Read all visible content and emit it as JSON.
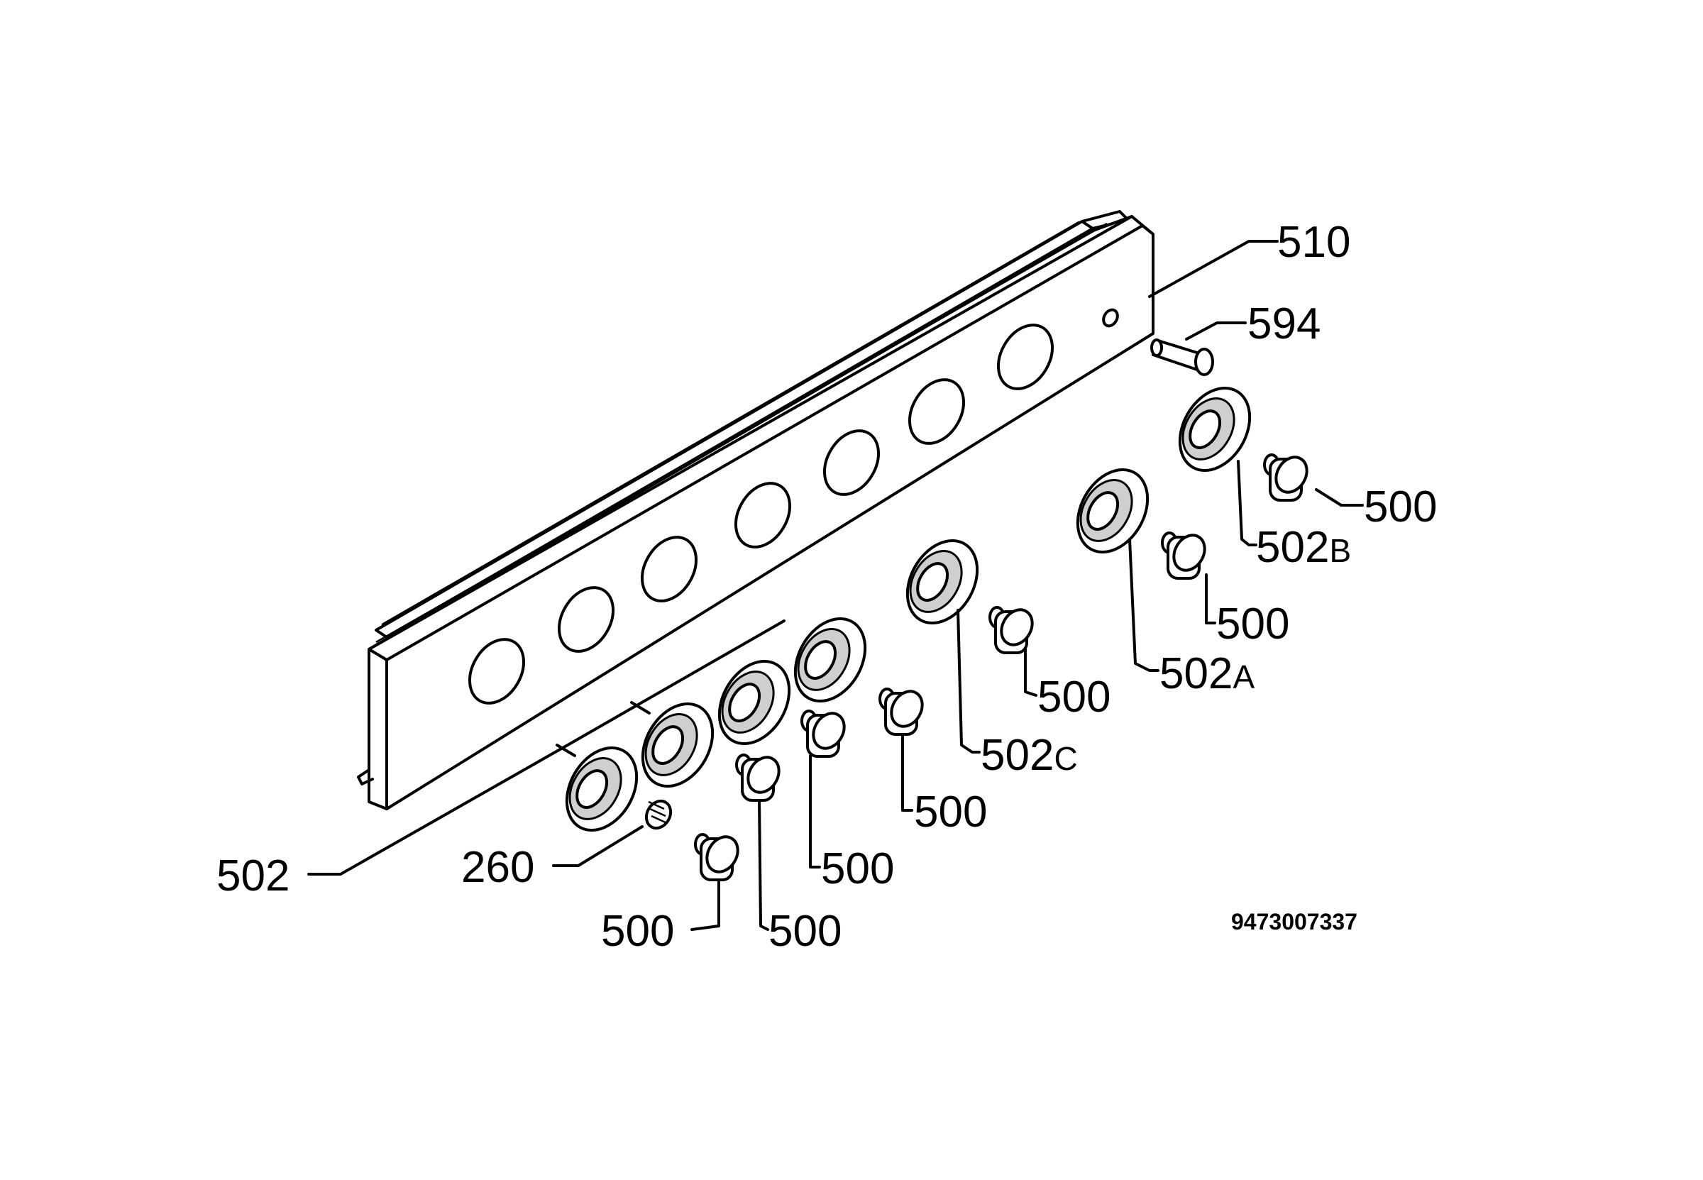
{
  "labels": {
    "panel": "510",
    "pin": "594",
    "spring": "260",
    "ring": "502",
    "ring_a_num": "502",
    "ring_a_suffix": "A",
    "ring_b_num": "502",
    "ring_b_suffix": "B",
    "ring_c_num": "502",
    "ring_c_suffix": "C",
    "knob": "500"
  },
  "drawing_number": "9473007337"
}
